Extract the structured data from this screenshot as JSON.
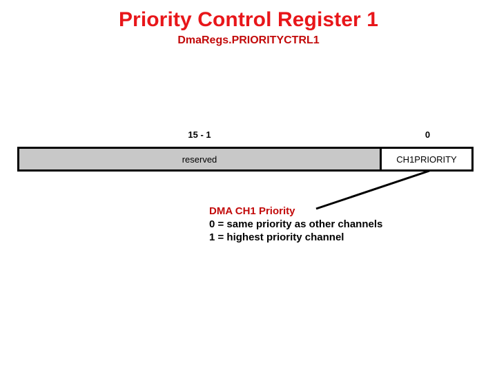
{
  "slide": {
    "title": "Priority Control Register 1",
    "subtitle": "DmaRegs.PRIORITYCTRL1",
    "title_color": "#e8161a",
    "subtitle_color": "#c20a0a",
    "background_color": "#ffffff"
  },
  "register": {
    "bit_labels": [
      {
        "text": "15 - 1"
      },
      {
        "text": "0"
      }
    ],
    "fields": [
      {
        "name": "reserved",
        "fill_color": "#c8c8c8"
      },
      {
        "name": "CH1PRIORITY",
        "fill_color": "#ffffff"
      }
    ],
    "border_color": "#000000"
  },
  "callout": {
    "title": "DMA CH1 Priority",
    "title_color": "#c20a0a",
    "lines": [
      "0 = same priority as other channels",
      "1 = highest priority channel"
    ],
    "leader_line_color": "#000000"
  }
}
